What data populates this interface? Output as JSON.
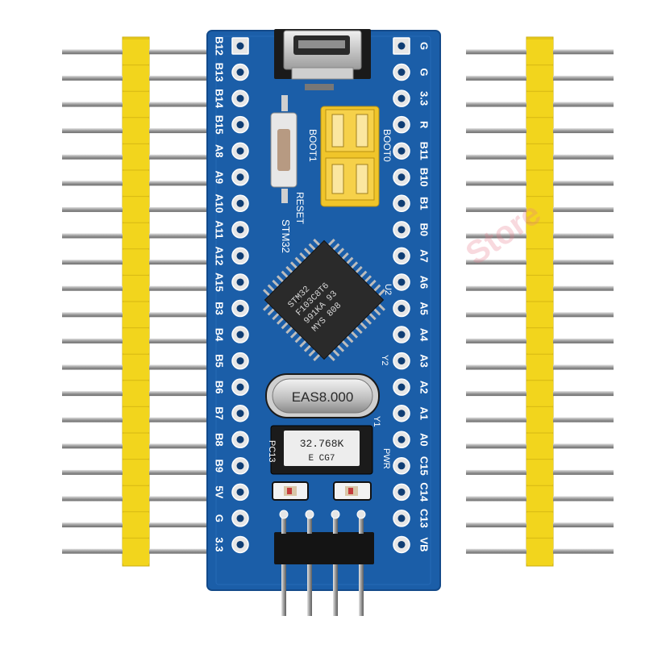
{
  "board": {
    "left_pins": [
      "B12",
      "B13",
      "B14",
      "B15",
      "A8",
      "A9",
      "A10",
      "A11",
      "A12",
      "A15",
      "B3",
      "B4",
      "B5",
      "B6",
      "B7",
      "B8",
      "B9",
      "5V",
      "G",
      "3.3"
    ],
    "right_pins": [
      "G",
      "G",
      "3.3",
      "R",
      "B11",
      "B10",
      "B1",
      "B0",
      "A7",
      "A6",
      "A5",
      "A4",
      "A3",
      "A2",
      "A1",
      "A0",
      "C15",
      "C14",
      "C13",
      "VB"
    ],
    "silkscreen": {
      "boot1": "BOOT1",
      "boot0": "BOOT0",
      "reset": "RESET",
      "stm32": "STM32",
      "u2": "U2",
      "y2": "Y2",
      "y1": "Y1",
      "pc13": "PC13",
      "pwr": "PWR"
    },
    "chip_text": [
      "STM32",
      "F103C8T6",
      "991KA 93",
      "MYS 808"
    ],
    "crystal_8mhz": "EAS8.000",
    "crystal_32k": [
      "32.768K",
      "E  CG7"
    ]
  },
  "header_strip_pin_count": 20,
  "watermark": "Store",
  "colors": {
    "pcb": "#1b5ea8",
    "pcb_edge": "#134a8a",
    "header": "#f2d51d",
    "pin": "#a6a6a6",
    "silk": "#ffffff"
  }
}
